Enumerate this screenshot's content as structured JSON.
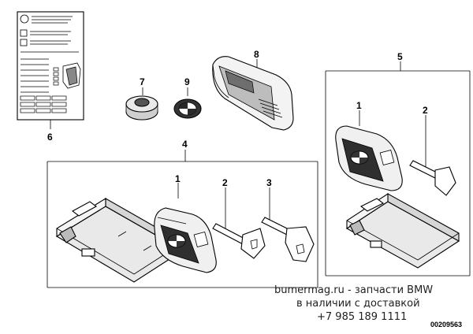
{
  "callouts": {
    "n1a": "1",
    "n2a": "2",
    "n3": "3",
    "n4": "4",
    "n1b": "1",
    "n2b": "2",
    "n5": "5",
    "n6": "6",
    "n7": "7",
    "n8": "8",
    "n9": "9"
  },
  "watermark": {
    "line1": "bumermag.ru - запчасти BMW",
    "line2": "в наличии с доставкой",
    "line3": "+7 985 189 1111"
  },
  "diagram_id": "00209563"
}
